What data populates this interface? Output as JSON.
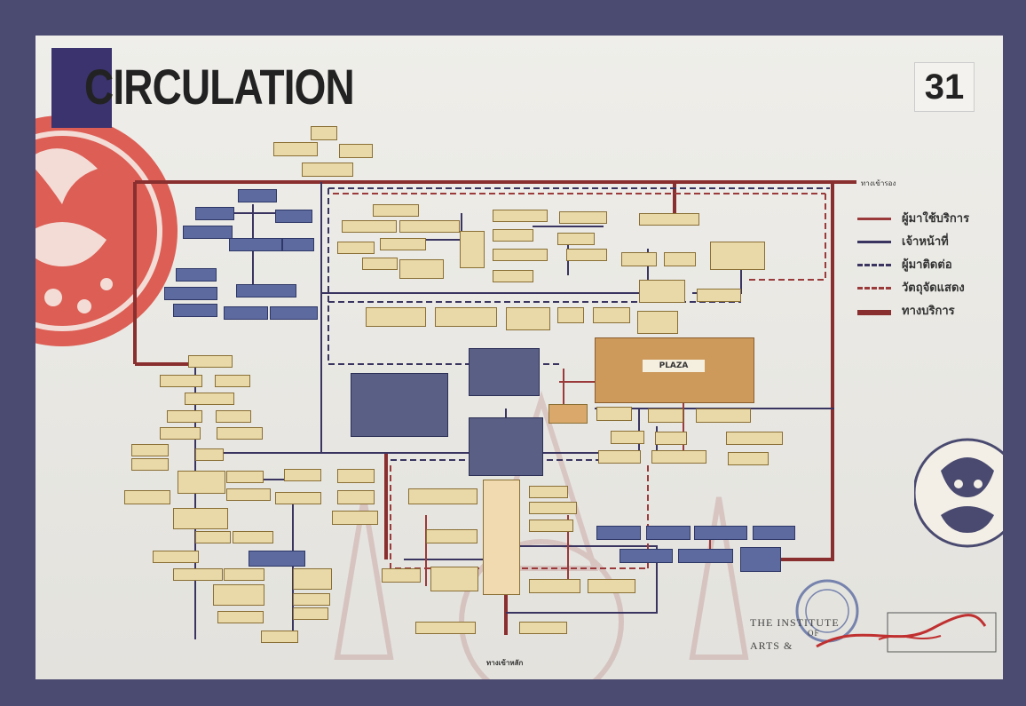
{
  "poster": {
    "title": "CIRCULATION",
    "page_number": "31"
  },
  "legend": [
    {
      "label": "ผู้มาใช้บริการ",
      "color": "#9a3a3a",
      "style": "solid"
    },
    {
      "label": "เจ้าหน้าที่",
      "color": "#3a3560",
      "style": "solid"
    },
    {
      "label": "ผู้มาติดต่อ",
      "color": "#3a3560",
      "style": "dashed"
    },
    {
      "label": "วัตถุจัดแสดง",
      "color": "#9a3a3a",
      "style": "dashed"
    },
    {
      "label": "ทางบริการ",
      "color": "#8a2f2f",
      "style": "thick"
    }
  ],
  "entrances": {
    "secondary": "ทางเข้ารอง",
    "main": "ทางเข้าหลัก"
  },
  "plaza_label": "PLAZA",
  "stamp": {
    "line1": "THE INSTITUTE",
    "line2": "OF",
    "line3": "ARTS &"
  },
  "colors": {
    "board": "#ecebe6",
    "frame": "#4b4a70",
    "box": "#e9d9a8",
    "hall": "#5a5f86",
    "plaza": "#cd9a5c"
  }
}
